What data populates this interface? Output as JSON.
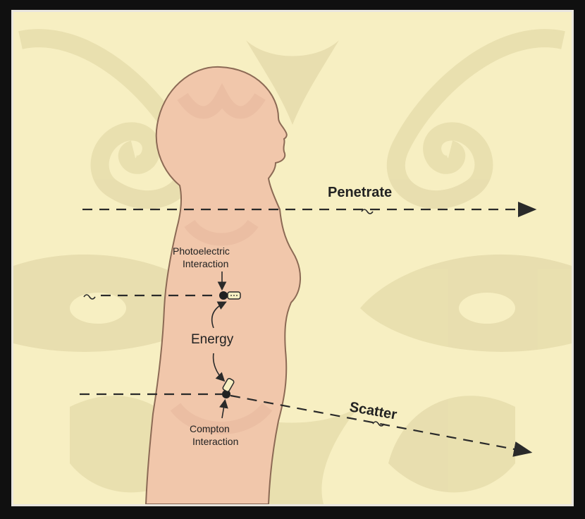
{
  "labels": {
    "penetrate": "Penetrate",
    "photoelectric_line1": "Photoelectric",
    "photoelectric_line2": "Interaction",
    "energy": "Energy",
    "scatter": "Scatter",
    "compton_line1": "Compton",
    "compton_line2": "Interaction"
  },
  "colors": {
    "background": "#f7efc2",
    "pattern": "#e8deae",
    "body": "#f1c7ab",
    "body_shadow": "#e6b79d",
    "lines": "#2a2a2a"
  }
}
